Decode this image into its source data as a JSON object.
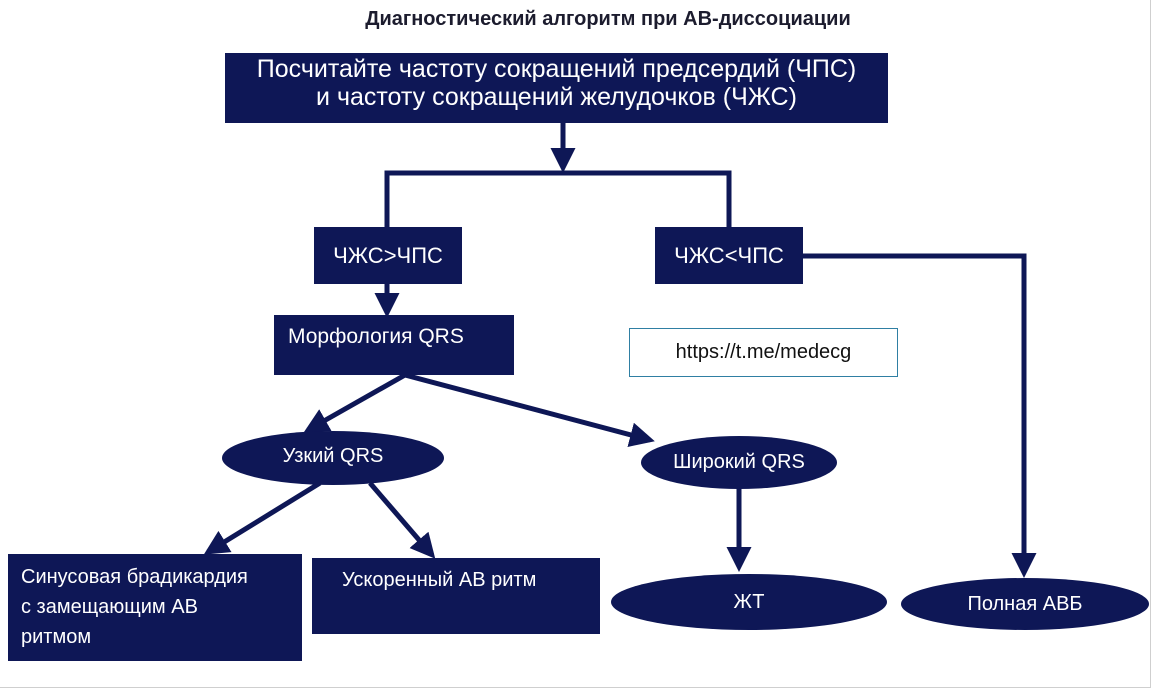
{
  "title": "Диагностический алгоритм при АВ-диссоциации",
  "nodes": {
    "start": {
      "line1": "Посчитайте частоту сокращений предсердий (ЧПС)",
      "line2": "и частоту сокращений желудочков (ЧЖС)"
    },
    "vr_gt_ar": "ЧЖС>ЧПС",
    "vr_lt_ar": "ЧЖС<ЧПС",
    "qrs_morphology": "Морфология QRS",
    "narrow_qrs": "Узкий QRS",
    "wide_qrs": "Широкий QRS",
    "sinus_brady": {
      "line1": "Синусовая брадикардия",
      "line2": "с замещающим АВ",
      "line3": "ритмом"
    },
    "accelerated_av": "Ускоренный АВ ритм",
    "vt": "ЖТ",
    "complete_avb": "Полная АВБ"
  },
  "link": "https://t.me/medecg",
  "colors": {
    "node_fill": "#0e1756",
    "arrow": "#0e1756",
    "link_border": "#2f7fa3"
  }
}
